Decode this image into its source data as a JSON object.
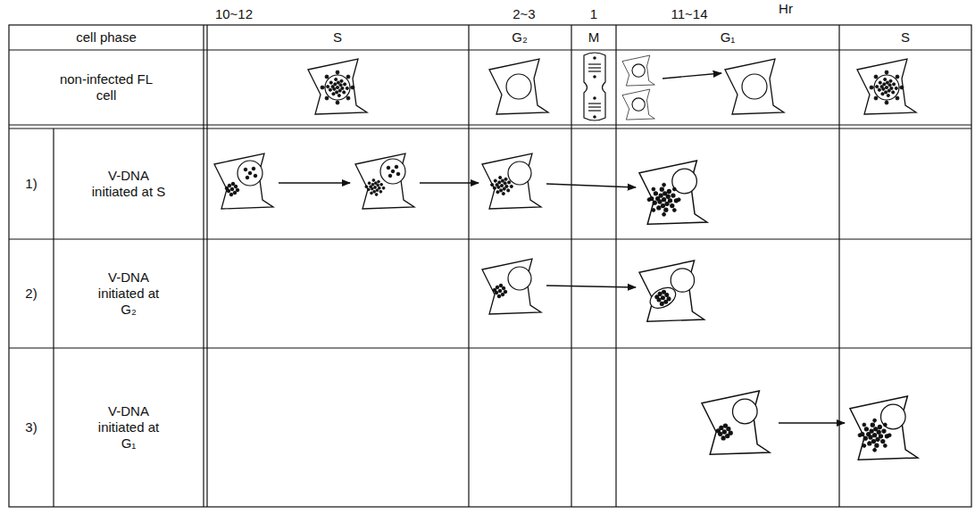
{
  "diagram": {
    "labels": [
      "10~12",
      "2~3",
      "1",
      "11~14",
      "Hr",
      "cell phase",
      "S",
      "G₂",
      "M",
      "G₁",
      "S",
      "non-infected FL cell",
      "1)",
      "V-DNA initiated at S",
      "2)",
      "V-DNA initiated at G₂",
      "3)",
      "V-DNA initiated at G₁"
    ]
  }
}
